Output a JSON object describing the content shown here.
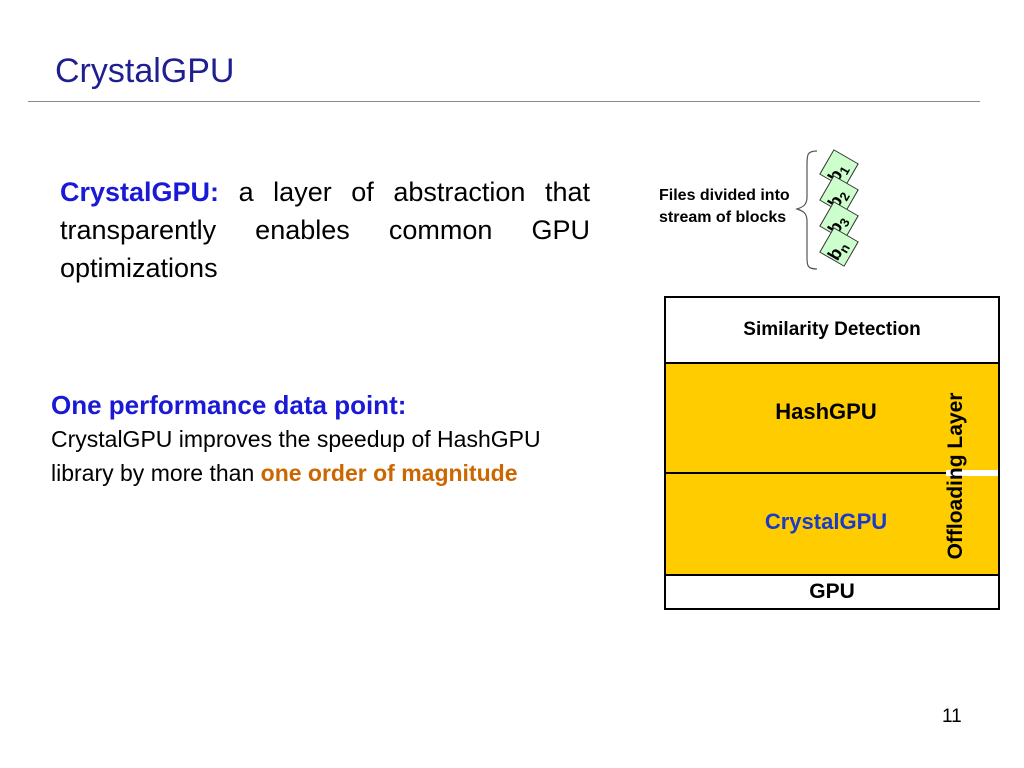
{
  "slide": {
    "title": "CrystalGPU",
    "page_number": "11"
  },
  "intro": {
    "keyword": "CrystalGPU:",
    "text": " a layer of abstraction that transparently enables common GPU optimizations"
  },
  "performance": {
    "heading": "One performance data point:",
    "text": "CrystalGPU improves the speedup of HashGPU library by more than ",
    "highlight": "one order of magnitude"
  },
  "files_diagram": {
    "label": "Files divided into stream of blocks",
    "blocks": [
      {
        "letter": "b",
        "subscript": "1"
      },
      {
        "letter": "b",
        "subscript": "2"
      },
      {
        "letter": "b",
        "subscript": "3"
      },
      {
        "letter": "b",
        "subscript": "n"
      }
    ]
  },
  "stack": {
    "layers": [
      "Similarity Detection",
      "HashGPU",
      "CrystalGPU",
      "GPU"
    ],
    "side_label": "Offloading Layer"
  },
  "colors": {
    "title": "#1f1f8f",
    "keyword_blue": "#1a1ad6",
    "highlight_orange": "#cc6600",
    "layer_yellow": "#ffcc00",
    "block_green": "#ccffcc"
  }
}
